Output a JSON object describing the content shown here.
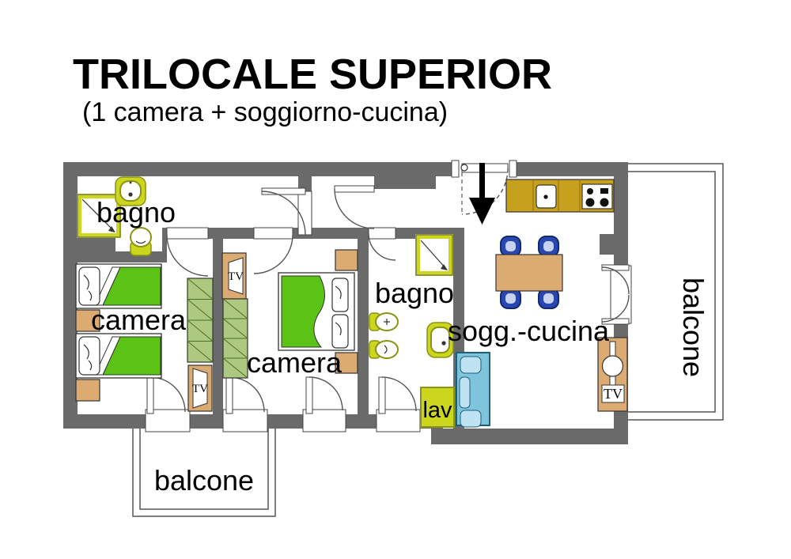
{
  "page": {
    "title": "TRILOCALE SUPERIOR",
    "subtitle": "(1 camera + soggiorno-cucina)"
  },
  "rooms": {
    "bathroom1": {
      "label": "bagno"
    },
    "bedroom1": {
      "label": "camera"
    },
    "bedroom2": {
      "label": "camera"
    },
    "bathroom2": {
      "label": "bagno"
    },
    "living_kitchen": {
      "label": "sogg.-cucina"
    },
    "balcony_bottom": {
      "label": "balcone"
    },
    "balcony_right": {
      "label": "balcone"
    },
    "laundry": {
      "label": "lav"
    }
  },
  "furniture": {
    "tv_bedroom1": "TV",
    "tv_bedroom2": "TV",
    "tv_living": "TV"
  },
  "colors": {
    "wall": "#6a6a6a",
    "fixture": "#cdd61f",
    "fixture-border": "#8a9412",
    "bed-green": "#5bc216",
    "wardrobe": "#adc87f",
    "wardrobe-line": "#4f6e26",
    "wood": "#dcab72",
    "kitchen": "#c7a11d",
    "chair": "#2947b0",
    "sofa": "#7fc4dd"
  }
}
